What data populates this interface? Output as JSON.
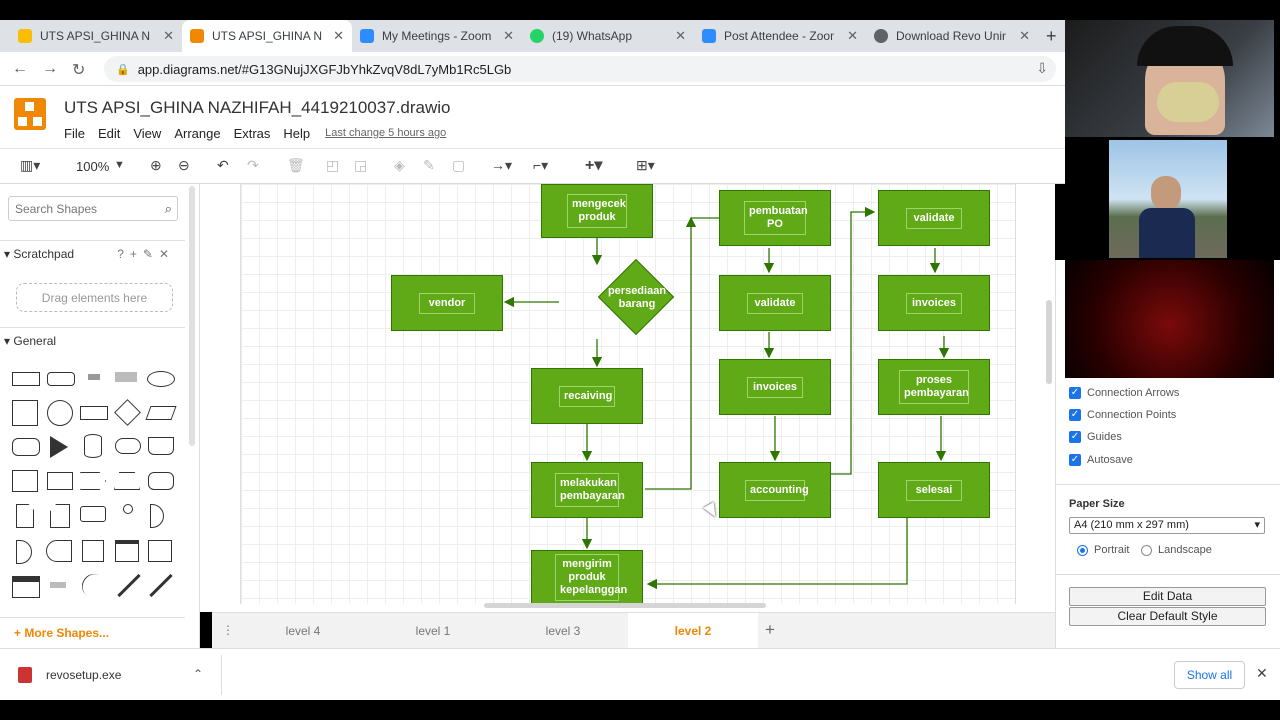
{
  "browser": {
    "tabs": [
      {
        "title": "UTS APSI_GHINA NA",
        "icon": "google-drive-icon",
        "color": "#fbbc04"
      },
      {
        "title": "UTS APSI_GHINA NA",
        "icon": "drawio-icon",
        "color": "#f08705"
      },
      {
        "title": "My Meetings - Zoom",
        "icon": "zoom-icon",
        "color": "#2d8cff"
      },
      {
        "title": "(19) WhatsApp",
        "icon": "whatsapp-icon",
        "color": "#25d366"
      },
      {
        "title": "Post Attendee - Zoom",
        "icon": "zoom-icon",
        "color": "#2d8cff"
      },
      {
        "title": "Download Revo Unins",
        "icon": "globe-icon",
        "color": "#5f6368"
      }
    ],
    "url": "app.diagrams.net/#G13GNujJXGFJbYhkZvqV8dL7yMb1Rc5LGb"
  },
  "app": {
    "doc_title": "UTS APSI_GHINA NAZHIFAH_4419210037.drawio",
    "menu": [
      "File",
      "Edit",
      "View",
      "Arrange",
      "Extras",
      "Help"
    ],
    "last_change": "Last change 5 hours ago",
    "zoom": "100%"
  },
  "sidebar": {
    "search_placeholder": "Search Shapes",
    "scratchpad": "Scratchpad",
    "drag_hint": "Drag elements here",
    "general": "General",
    "more_shapes": "More Shapes..."
  },
  "diagram": {
    "nodes": {
      "mengecek": "mengecek produk",
      "vendor": "vendor",
      "persediaan": "persediaan barang",
      "recaiving": "recaiving",
      "melakukan": "melakukan pembayaran",
      "mengirim": "mengirim produk kepelanggan",
      "pembuatan_po": "pembuatan PO",
      "validate1": "validate",
      "invoices1": "invoices",
      "accounting": "accounting",
      "validate2": "validate",
      "invoices2": "invoices",
      "proses": "proses pembayaran",
      "selesai": "selesai"
    },
    "fill_color": "#60a917"
  },
  "page_tabs": [
    "level 4",
    "level 1",
    "level 3",
    "level 2"
  ],
  "active_page": "level 2",
  "format_panel": {
    "options": [
      "Connection Arrows",
      "Connection Points",
      "Guides",
      "Autosave"
    ],
    "paper_size_label": "Paper Size",
    "paper_size": "A4 (210 mm x 297 mm)",
    "portrait": "Portrait",
    "landscape": "Landscape",
    "orientation": "Portrait",
    "edit_data": "Edit Data",
    "clear_style": "Clear Default Style"
  },
  "downloads": {
    "file": "revosetup.exe",
    "show_all": "Show all"
  }
}
